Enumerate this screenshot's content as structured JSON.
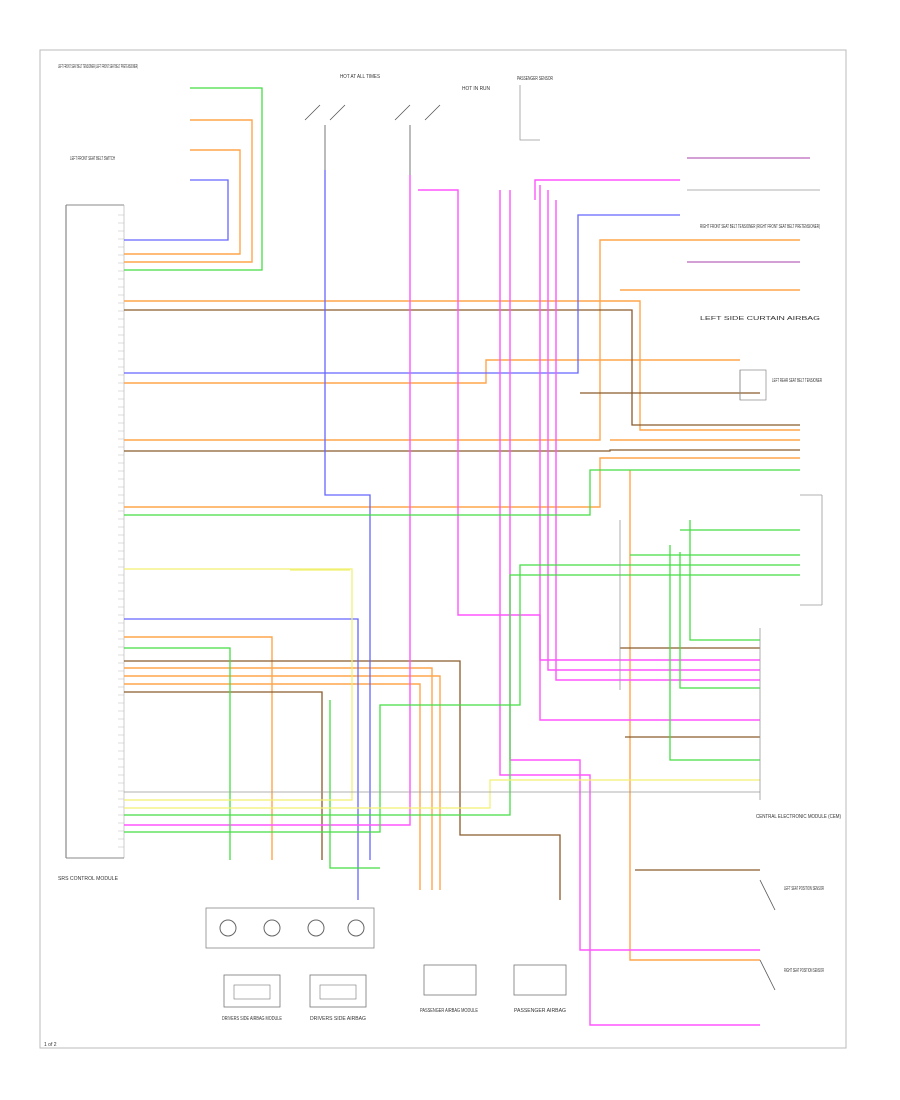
{
  "palette": {
    "orange": "#ffa64d",
    "brown": "#8b5a2b",
    "blue": "#6666ff",
    "magenta": "#ff55ff",
    "green": "#44dd44",
    "yellow": "#f0f070",
    "gray": "#999999",
    "violet": "#bb66bb"
  },
  "labels": {
    "top_left_module": "LEFT FRONT SEAT BELT TENSIONER (LEFT FRONT SEAT BELT PRETENSIONER)",
    "left_seat_belt_switch": "LEFT FRONT SEAT BELT SWITCH",
    "hot_at_all_times": "HOT AT ALL TIMES",
    "hot_in_run": "HOT IN RUN",
    "passenger_sensor": "PASSENGER SENSOR",
    "right_front_tensioner": "RIGHT FRONT SEAT BELT TENSIONER (RIGHT FRONT SEAT BELT PRETENSIONER)",
    "left_side_curtain": "LEFT SIDE CURTAIN AIRBAG",
    "left_rear_tensioner": "LEFT REAR SEAT BELT TENSIONER",
    "central_electronic_module": "CENTRAL ELECTRONIC MODULE (CEM)",
    "left_seat_position_sensor": "LEFT SEAT POSITION SENSOR",
    "right_seat_position_sensor": "RIGHT SEAT POSITION SENSOR",
    "srs_control_module": "SRS CONTROL MODULE",
    "drivers_side_airbag_module": "DRIVERS SIDE AIRBAG MODULE",
    "drivers_side_airbag": "DRIVERS SIDE AIRBAG",
    "passenger_airbag_module": "PASSENGER AIRBAG MODULE",
    "passenger_airbag": "PASSENGER AIRBAG",
    "footer": "1 of 2"
  }
}
